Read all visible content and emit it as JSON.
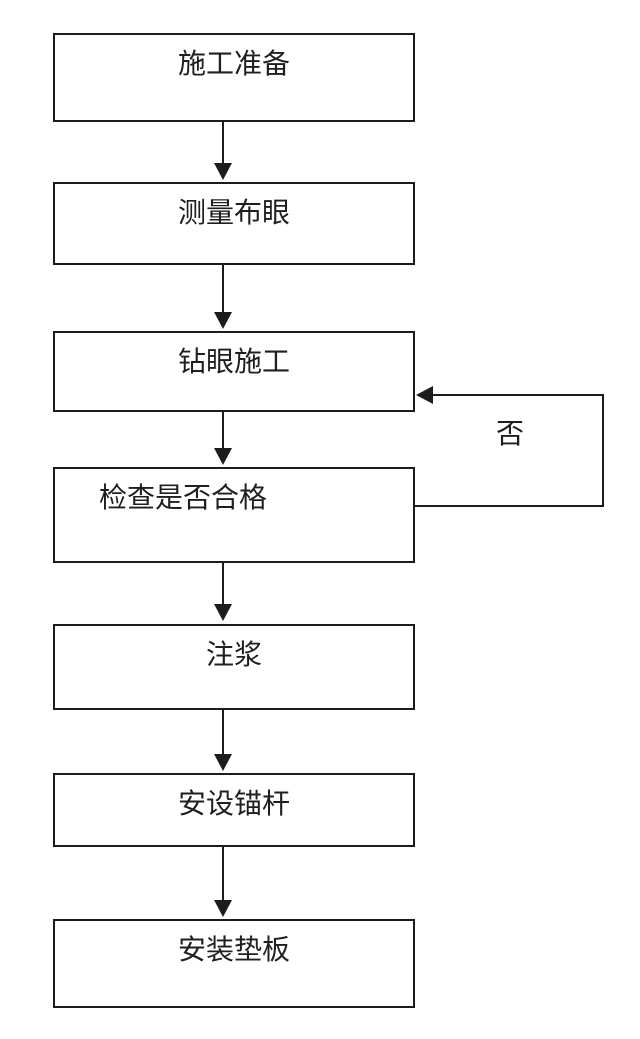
{
  "flow": {
    "type": "flowchart",
    "steps": [
      {
        "id": "step-1",
        "label": "施工准备"
      },
      {
        "id": "step-2",
        "label": "测量布眼"
      },
      {
        "id": "step-3",
        "label": "钻眼施工"
      },
      {
        "id": "step-4",
        "label": "检查是否合格"
      },
      {
        "id": "step-5",
        "label": "注浆"
      },
      {
        "id": "step-6",
        "label": "安设锚杆"
      },
      {
        "id": "step-7",
        "label": "安装垫板"
      }
    ],
    "edges": [
      {
        "from": "step-1",
        "to": "step-2"
      },
      {
        "from": "step-2",
        "to": "step-3"
      },
      {
        "from": "step-3",
        "to": "step-4"
      },
      {
        "from": "step-4",
        "to": "step-5"
      },
      {
        "from": "step-5",
        "to": "step-6"
      },
      {
        "from": "step-6",
        "to": "step-7"
      },
      {
        "from": "step-4",
        "to": "step-3",
        "label": "否",
        "kind": "feedback-loop"
      }
    ],
    "loop_label": "否",
    "colors": {
      "line": "#1c1c1c",
      "text": "#1f1f1f",
      "background": "#ffffff"
    }
  }
}
